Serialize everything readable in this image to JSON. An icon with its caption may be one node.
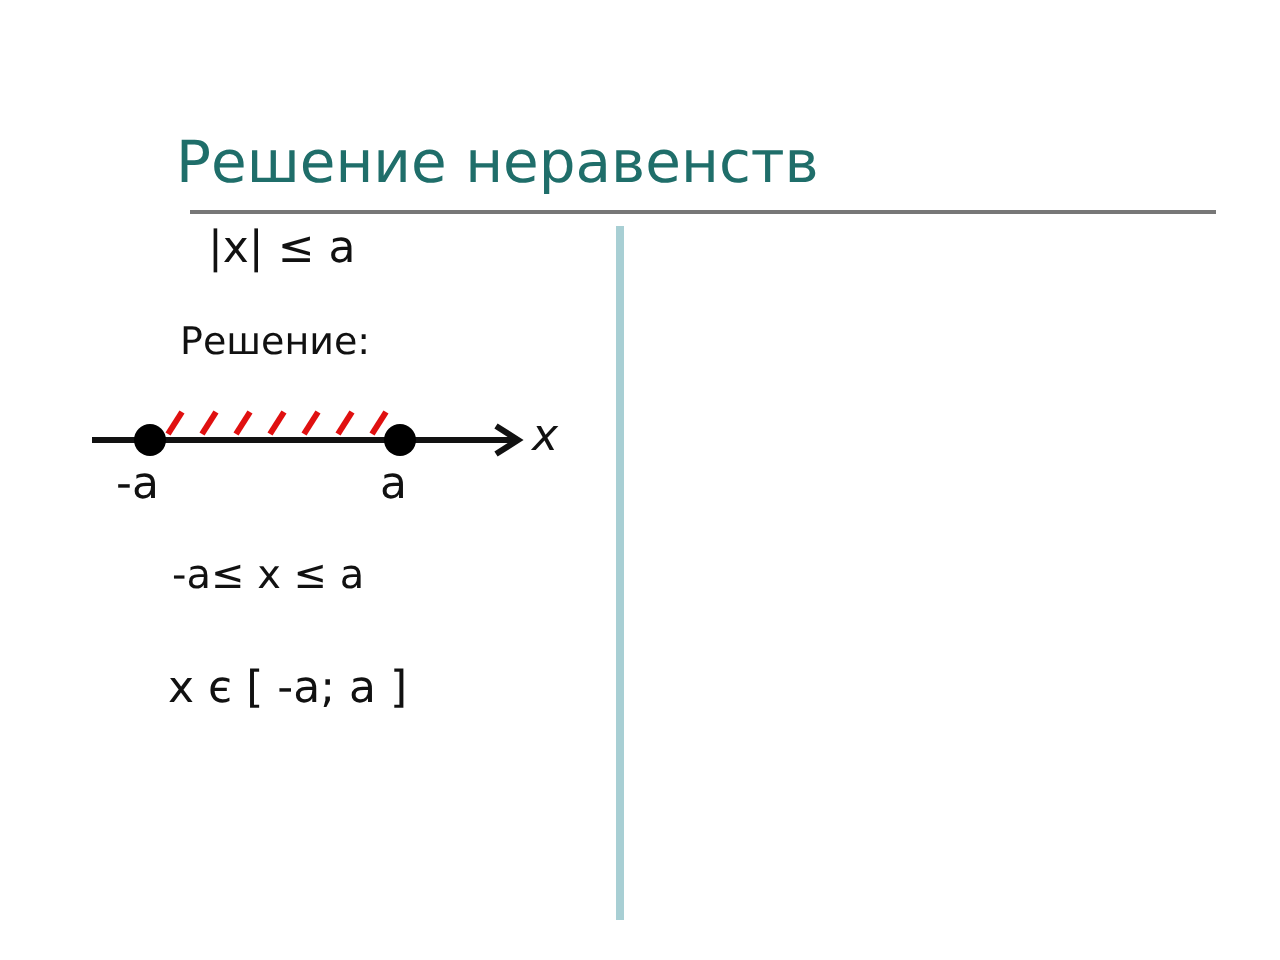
{
  "diagram": {
    "title": "Решение неравенств",
    "labels": [
      "|x| ≤ a",
      "Решение:",
      "x",
      "-a",
      "a",
      "-a≤ x ≤ a",
      "x є [ -a; a ]"
    ]
  }
}
